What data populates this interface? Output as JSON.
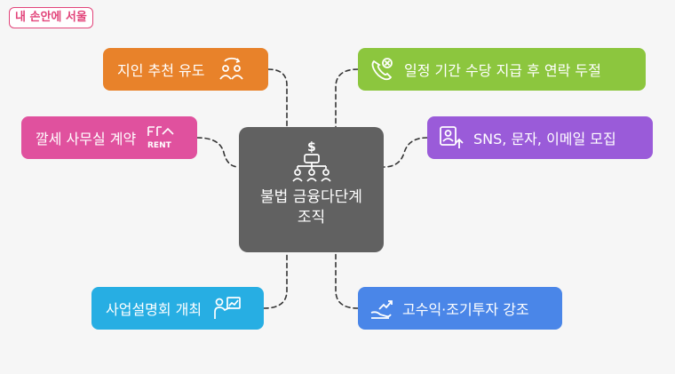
{
  "brand": {
    "logo_text": "내 손안에 서울"
  },
  "diagram": {
    "center": {
      "title": "불법 금융다단계 조직",
      "icon": "hierarchy-dollar-icon",
      "color": "#616161"
    },
    "nodes": [
      {
        "id": "acquaintance",
        "label": "지인 추천 유도",
        "icon": "people-refresh-icon",
        "color": "#e8822a"
      },
      {
        "id": "office",
        "label": "깔세 사무실 계약",
        "icon": "rent-sign-icon",
        "color": "#e0519e"
      },
      {
        "id": "seminar",
        "label": "사업설명회 개최",
        "icon": "presenter-chart-icon",
        "color": "#27aee3"
      },
      {
        "id": "payout",
        "label": "일정 기간 수당 지급 후 연락 두절",
        "icon": "phone-cancel-icon",
        "color": "#8cc63e"
      },
      {
        "id": "recruit",
        "label": "SNS, 문자, 이메일 모집",
        "icon": "profile-upload-icon",
        "color": "#9a5bd9"
      },
      {
        "id": "returns",
        "label": "고수익·조기투자 강조",
        "icon": "money-growth-icon",
        "color": "#4a86e8"
      }
    ]
  }
}
